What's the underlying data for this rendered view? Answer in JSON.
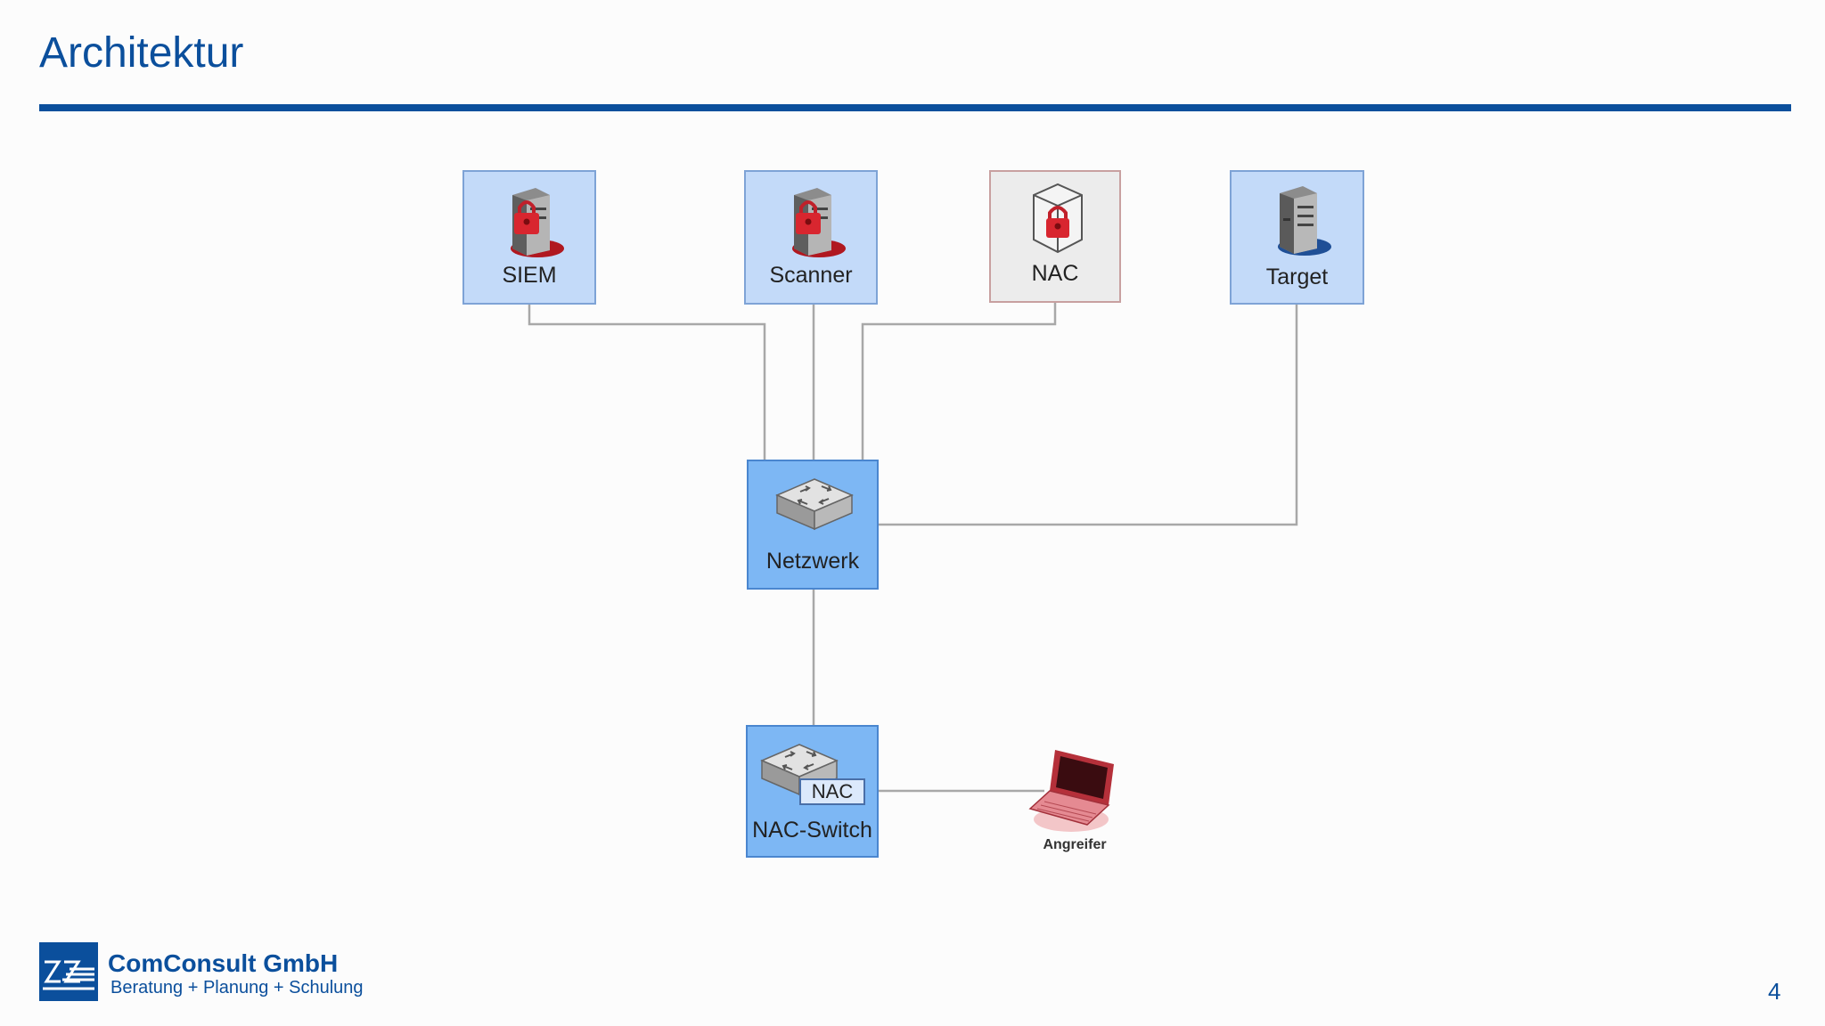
{
  "slide": {
    "title": "Architektur",
    "page_number": "4"
  },
  "nodes": {
    "siem": "SIEM",
    "scanner": "Scanner",
    "nac": "NAC",
    "target": "Target",
    "netzwerk": "Netzwerk",
    "nac_switch": "NAC-Switch",
    "nac_switch_tag": "NAC",
    "angreifer": "Angreifer"
  },
  "connections": [
    [
      "SIEM",
      "Netzwerk"
    ],
    [
      "Scanner",
      "Netzwerk"
    ],
    [
      "NAC",
      "Netzwerk"
    ],
    [
      "Target",
      "Netzwerk"
    ],
    [
      "Netzwerk",
      "NAC-Switch"
    ],
    [
      "NAC-Switch",
      "Angreifer"
    ]
  ],
  "footer": {
    "company": "ComConsult GmbH",
    "tagline": "Beratung + Planung + Schulung"
  },
  "colors": {
    "brand_blue": "#0b4f9c",
    "node_light_blue": "#c3daf9",
    "node_strong_blue": "#7db7f4",
    "node_gray": "#ececec",
    "security_red": "#c0202a",
    "line_gray": "#a8a8a8"
  },
  "icons": {
    "siem": "secure-server-icon",
    "scanner": "secure-server-icon",
    "nac": "secure-server-icon",
    "target": "server-icon",
    "netzwerk": "switch-icon",
    "nac_switch": "switch-icon",
    "angreifer": "laptop-icon"
  }
}
